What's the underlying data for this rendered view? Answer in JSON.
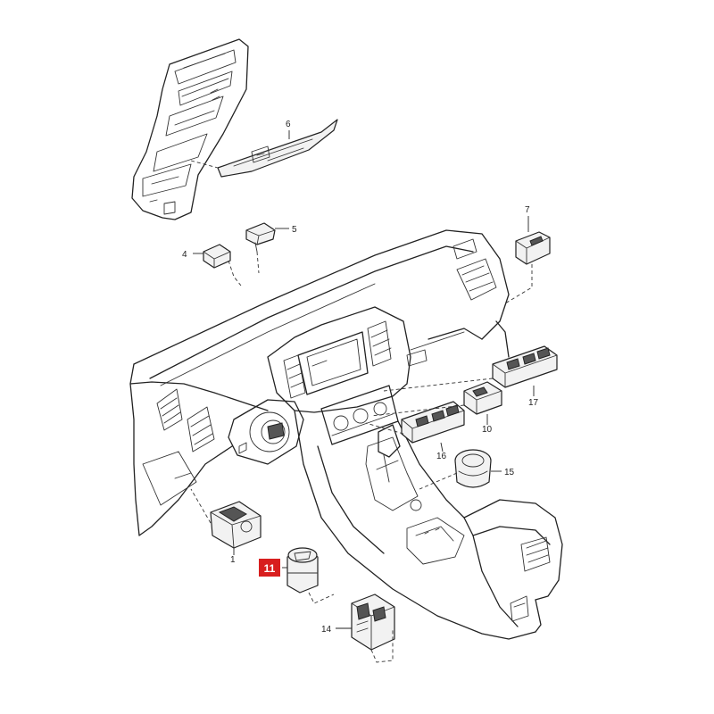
{
  "callouts": {
    "c1": "1",
    "c4": "4",
    "c5": "5",
    "c6": "6",
    "c7": "7",
    "c10": "10",
    "c11": "11",
    "c14": "14",
    "c15": "15",
    "c16": "16",
    "c17": "17"
  },
  "highlight": {
    "number": "11",
    "color": "#d81e1e"
  }
}
